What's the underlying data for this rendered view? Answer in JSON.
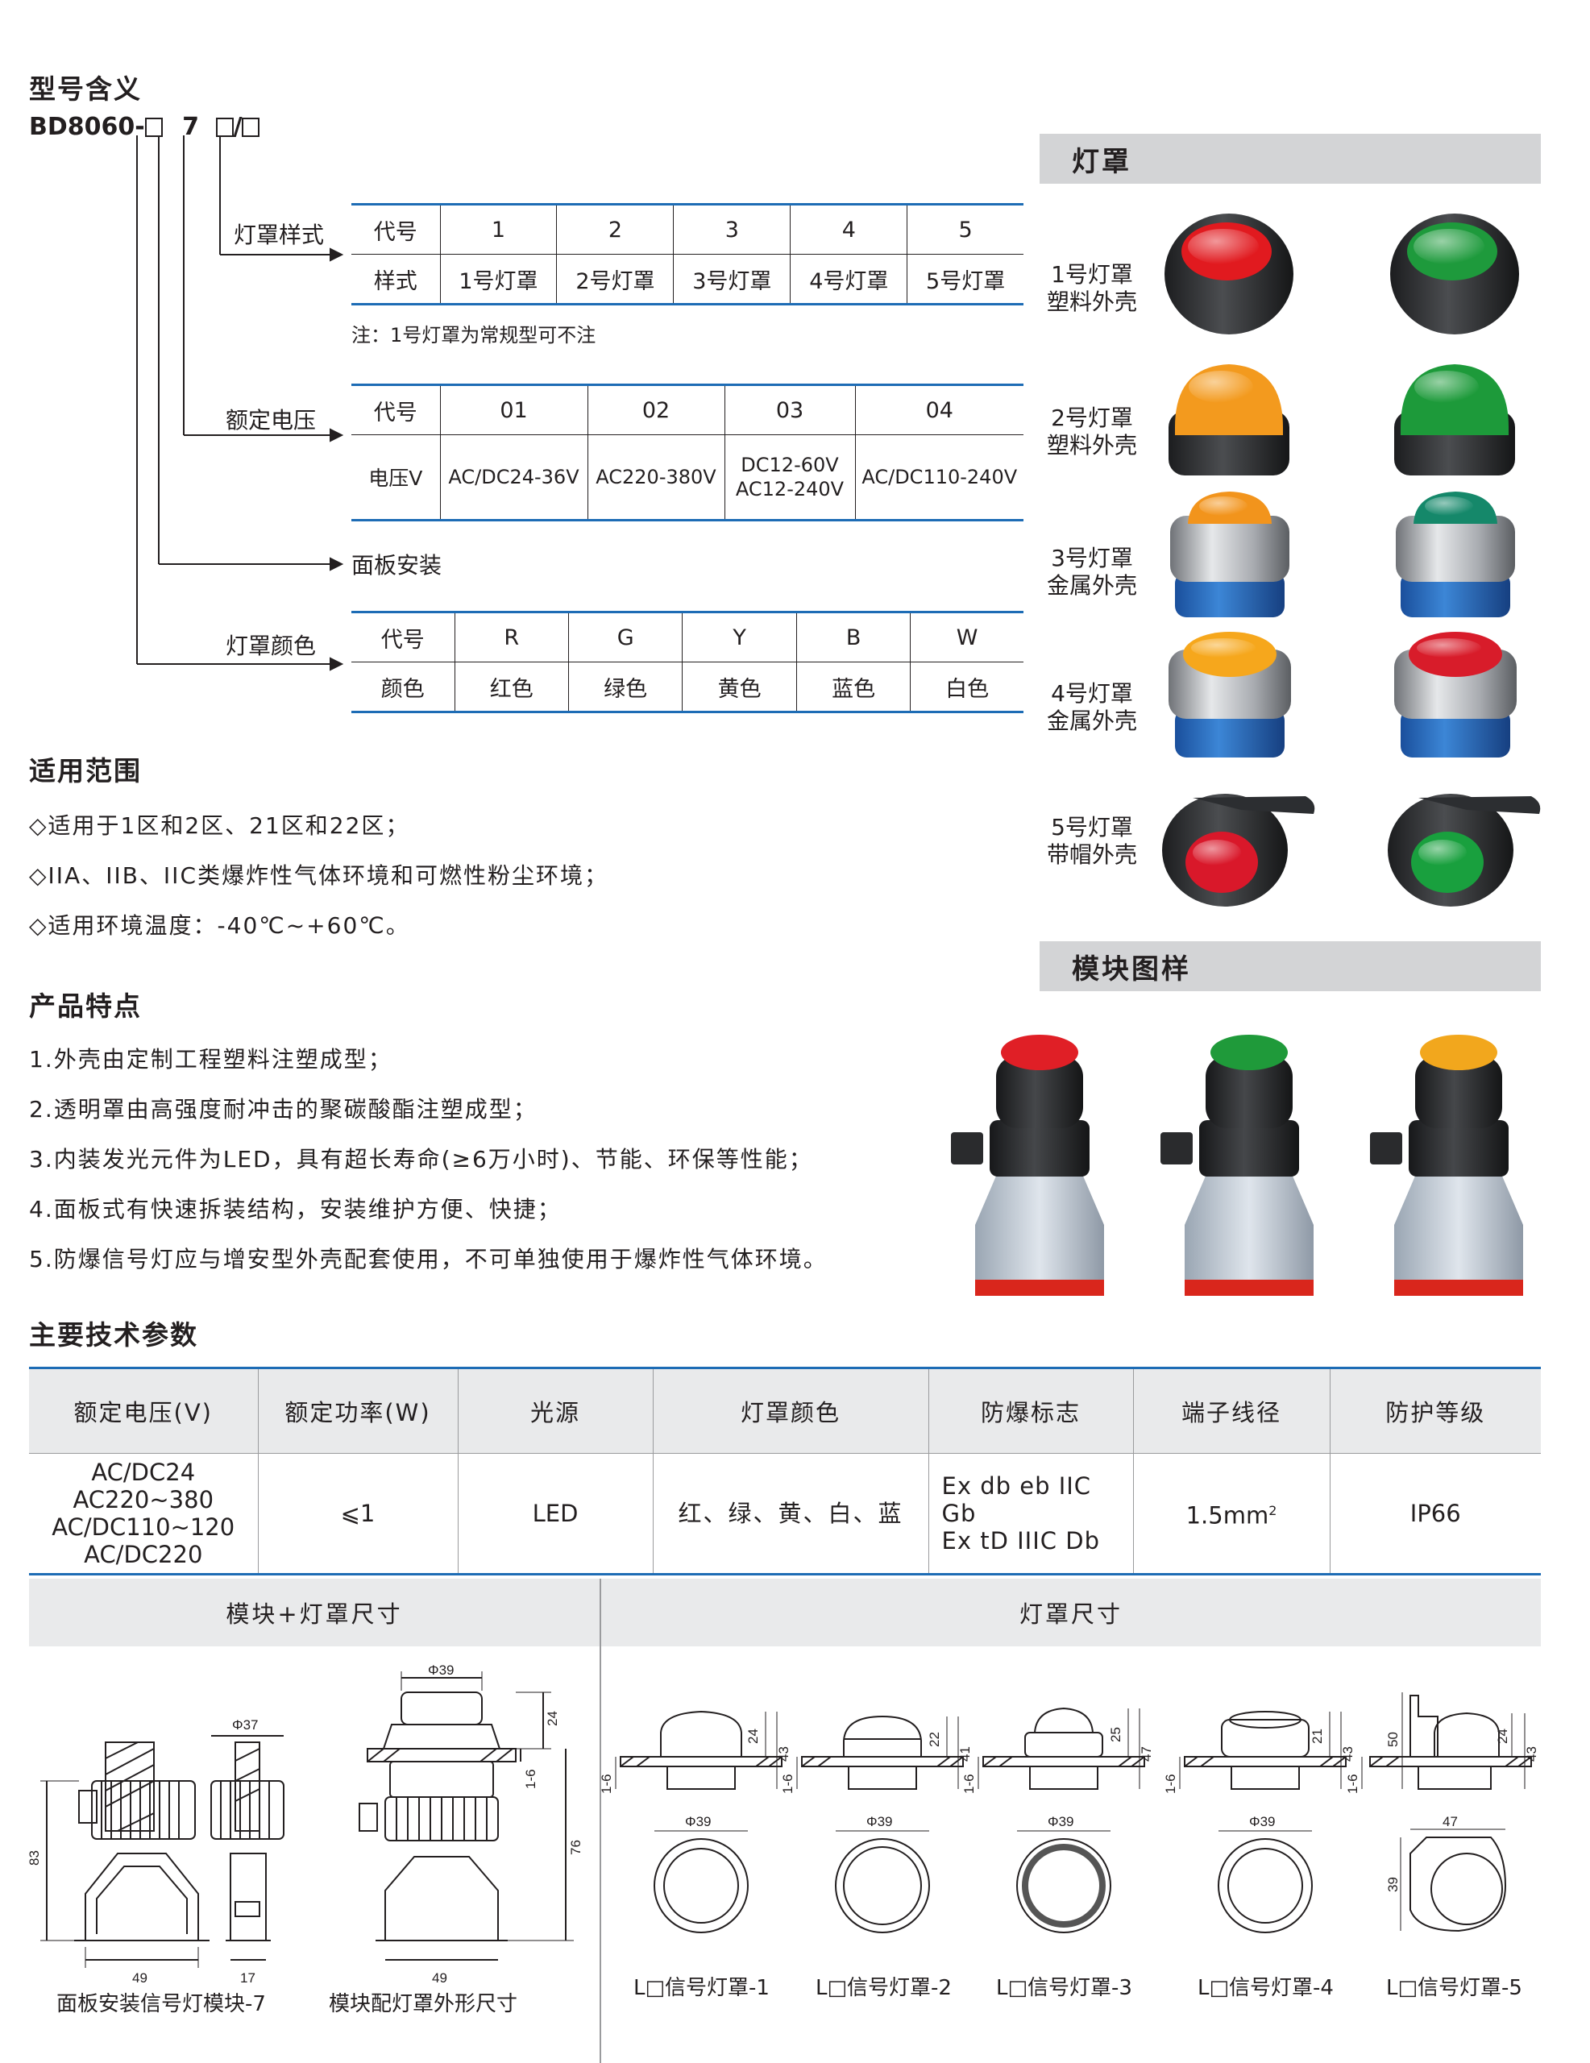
{
  "model_meaning": {
    "title": "型号含义",
    "model_prefix": "BD8060-",
    "model_seven": "7",
    "model_slash": "/",
    "labels": {
      "cap_style": "灯罩样式",
      "voltage": "额定电压",
      "panel": "面板安装",
      "cap_color": "灯罩颜色"
    },
    "cap_style_table": {
      "row1": [
        "代号",
        "1",
        "2",
        "3",
        "4",
        "5"
      ],
      "row2": [
        "样式",
        "1号灯罩",
        "2号灯罩",
        "3号灯罩",
        "4号灯罩",
        "5号灯罩"
      ]
    },
    "cap_note": "注：1号灯罩为常规型可不注",
    "voltage_table": {
      "row1": [
        "代号",
        "01",
        "02",
        "03",
        "04"
      ],
      "row2": [
        "电压V",
        "AC/DC24-36V",
        "AC220-380V",
        "DC12-60V",
        "AC12-240V",
        "AC/DC110-240V"
      ]
    },
    "color_table": {
      "row1": [
        "代号",
        "R",
        "G",
        "Y",
        "B",
        "W"
      ],
      "row2": [
        "颜色",
        "红色",
        "绿色",
        "黄色",
        "蓝色",
        "白色"
      ]
    }
  },
  "scope": {
    "title": "适用范围",
    "items": [
      "◇适用于1区和2区、21区和22区；",
      "◇IIA、IIB、IIC类爆炸性气体环境和可燃性粉尘环境；",
      "◇适用环境温度：-40℃~+60℃。"
    ]
  },
  "features": {
    "title": "产品特点",
    "items": [
      "1.外壳由定制工程塑料注塑成型；",
      "2.透明罩由高强度耐冲击的聚碳酸酯注塑成型；",
      "3.内装发光元件为LED，具有超长寿命(≥6万小时)、节能、环保等性能；",
      "4.面板式有快速拆装结构，安装维护方便、快捷；",
      "5.防爆信号灯应与增安型外壳配套使用，不可单独使用于爆炸性气体环境。"
    ]
  },
  "caps": {
    "title": "灯罩",
    "items": [
      {
        "l1": "1号灯罩",
        "l2": "塑料外壳",
        "c1": "#e11a1f",
        "c2": "#1e9a3c"
      },
      {
        "l1": "2号灯罩",
        "l2": "塑料外壳",
        "c1": "#f39a1e",
        "c2": "#1d9a3a"
      },
      {
        "l1": "3号灯罩",
        "l2": "金属外壳",
        "c1": "#f2941c",
        "c2": "#15886a"
      },
      {
        "l1": "4号灯罩",
        "l2": "金属外壳",
        "c1": "#f6a71c",
        "c2": "#d81c2a"
      },
      {
        "l1": "5号灯罩",
        "l2": "带帽外壳",
        "c1": "#d9182a",
        "c2": "#19a03e"
      }
    ]
  },
  "modules": {
    "title": "模块图样",
    "colors": [
      "#e01f26",
      "#1f9a3a",
      "#f2a71d"
    ]
  },
  "specs": {
    "title": "主要技术参数",
    "headers": [
      "额定电压(V)",
      "额定功率(W)",
      "光源",
      "灯罩颜色",
      "防爆标志",
      "端子线径",
      "防护等级"
    ],
    "voltage_lines": [
      "AC/DC24",
      "AC220~380",
      "AC/DC110~120",
      "AC/DC220"
    ],
    "power": "⩽1",
    "light": "LED",
    "colors": "红、绿、黄、白、蓝",
    "ex_lines": [
      "Ex db eb IIC Gb",
      "Ex tD IIIC Db"
    ],
    "wire": "1.5mm",
    "wire_sup": "2",
    "ip": "IP66"
  },
  "dimensions": {
    "left_title": "模块+灯罩尺寸",
    "right_title": "灯罩尺寸",
    "cap1": "面板安装信号灯模块-7",
    "cap2": "模块配灯罩外形尺寸",
    "lamp_caps": [
      "L□信号灯罩-1",
      "L□信号灯罩-2",
      "L□信号灯罩-3",
      "L□信号灯罩-4",
      "L□信号灯罩-5"
    ],
    "module_dims": {
      "w": "49",
      "h": "83",
      "d": "Φ37",
      "s": "17"
    },
    "assembly_dims": {
      "d": "Φ39",
      "t": "24",
      "p": "1-6",
      "h": "76",
      "w": "49"
    },
    "cap_dims": [
      {
        "a": "24",
        "b": "43",
        "p": "1-6",
        "d": "Φ39"
      },
      {
        "a": "22",
        "b": "41",
        "p": "1-6",
        "d": "Φ39"
      },
      {
        "a": "25",
        "b": "47",
        "p": "1-6",
        "d": "Φ39"
      },
      {
        "a": "21",
        "b": "43",
        "p": "1-6",
        "d": "Φ39"
      },
      {
        "a": "24",
        "b": "43",
        "c": "50",
        "p": "1-6",
        "w": "47",
        "h": "39"
      }
    ]
  }
}
